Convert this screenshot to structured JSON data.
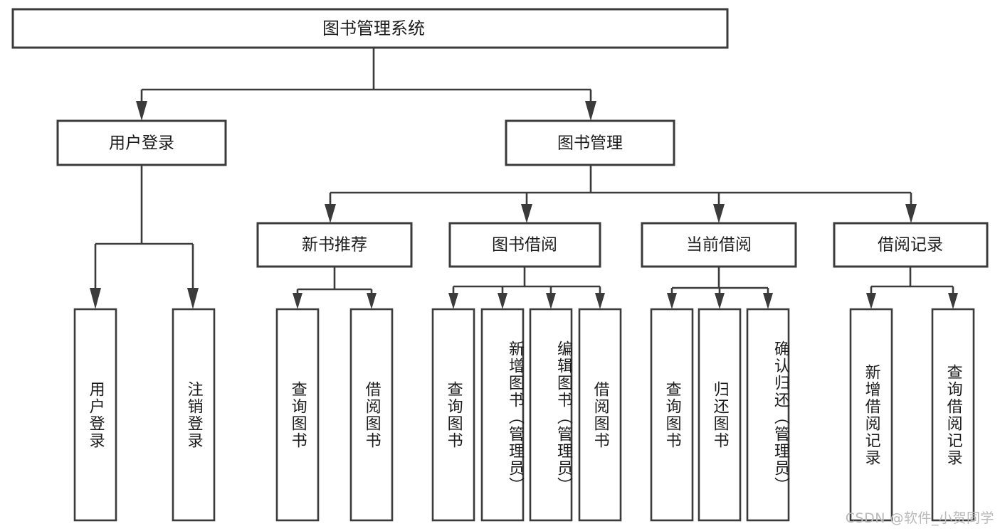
{
  "diagram": {
    "type": "tree",
    "title": "图书管理系统",
    "watermark": "CSDN @软件_小贺同学",
    "colors": {
      "background": "#ffffff",
      "stroke": "#3b3b3b",
      "text": "#1c1c1c",
      "watermark": "#b9b9b9"
    },
    "root": {
      "label": "图书管理系统"
    },
    "level2": [
      {
        "label": "用户登录"
      },
      {
        "label": "图书管理"
      }
    ],
    "level3": [
      {
        "label": "新书推荐"
      },
      {
        "label": "图书借阅"
      },
      {
        "label": "当前借阅"
      },
      {
        "label": "借阅记录"
      }
    ],
    "leaves": {
      "user_login": [
        {
          "label": "用户登录"
        },
        {
          "label": "注销登录"
        }
      ],
      "new_book_recommend": [
        {
          "label": "查询图书"
        },
        {
          "label": "借阅图书"
        }
      ],
      "book_borrow": [
        {
          "label": "查询图书"
        },
        {
          "label": "新增图书（管理员）"
        },
        {
          "label": "编辑图书（管理员）"
        },
        {
          "label": "借阅图书"
        }
      ],
      "current_borrow": [
        {
          "label": "查询图书"
        },
        {
          "label": "归还图书"
        },
        {
          "label": "确认归还（管理员）"
        }
      ],
      "borrow_record": [
        {
          "label": "新增借阅记录"
        },
        {
          "label": "查询借阅记录"
        }
      ]
    }
  }
}
